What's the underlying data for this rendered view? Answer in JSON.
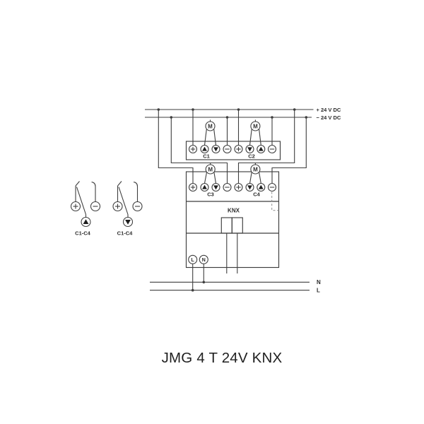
{
  "caption": "JMG 4 T 24V KNX",
  "power": {
    "positive_label": "+ 24 V DC",
    "negative_label": "− 24 V DC"
  },
  "device": {
    "bus_label": "KNX",
    "motor_symbol": "M",
    "line_terminal": "L",
    "neutral_terminal": "N",
    "channels": [
      {
        "label": "C1",
        "terminals": [
          "+",
          "▲",
          "▼",
          "−"
        ]
      },
      {
        "label": "C2",
        "terminals": [
          "+",
          "▼",
          "▲",
          "−"
        ]
      },
      {
        "label": "C3",
        "terminals": [
          "+",
          "▲",
          "▼",
          "−"
        ]
      },
      {
        "label": "C4",
        "terminals": [
          "+",
          "▼",
          "▲",
          "−"
        ]
      }
    ]
  },
  "mains": {
    "neutral_label": "N",
    "line_label": "L"
  },
  "switches": [
    {
      "direction": "up",
      "terminals": [
        "+",
        "−"
      ],
      "label": "C1-C4"
    },
    {
      "direction": "down",
      "terminals": [
        "+",
        "−"
      ],
      "label": "C1-C4"
    }
  ],
  "colors": {
    "line": "#3e3e3e",
    "text": "#2b2b2b",
    "background": "#ffffff"
  }
}
